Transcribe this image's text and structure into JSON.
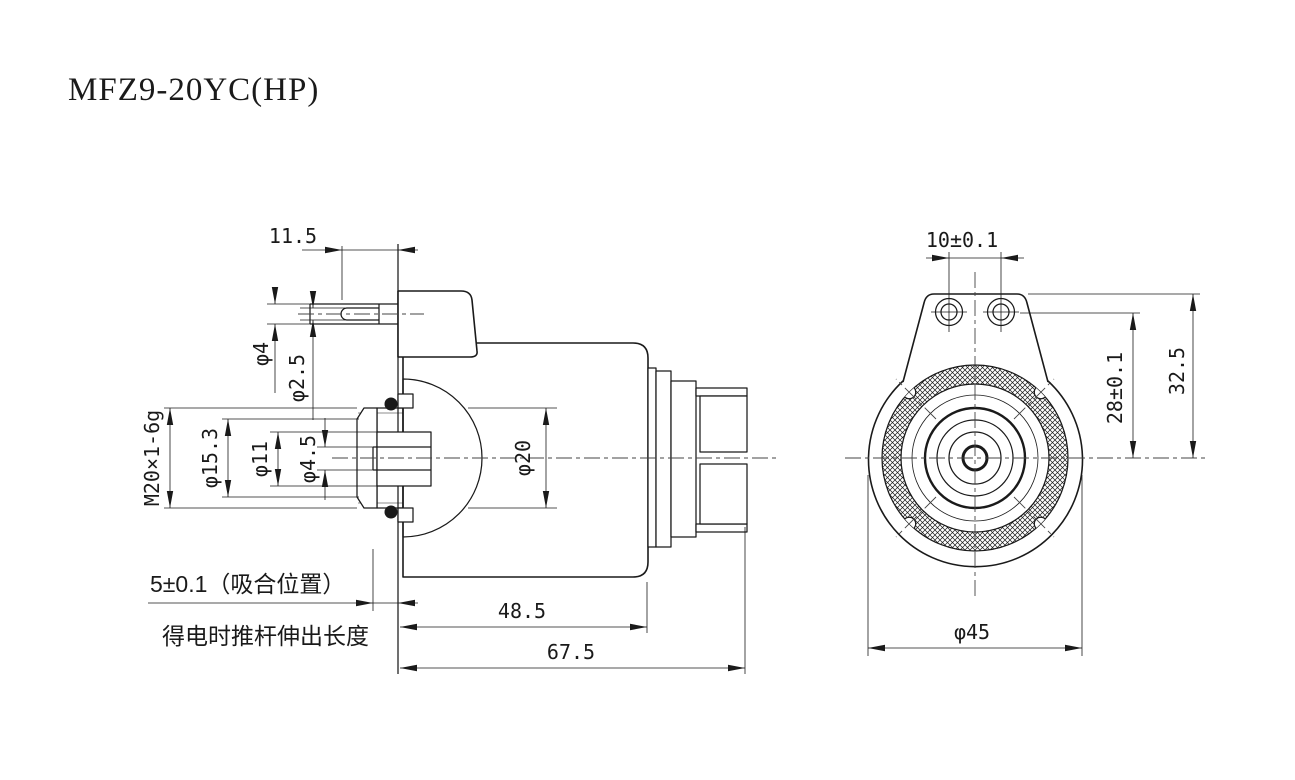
{
  "drawing": {
    "title": "MFZ9-20YC(HP)"
  },
  "side_view": {
    "dims": {
      "pin_offset": "11.5",
      "pin_outer_dia": "φ4",
      "pin_hole_dia": "φ2.5",
      "thread": "M20×1-6g",
      "collar_dia": "φ15.3",
      "bore_dia": "φ11",
      "rod_dia": "φ4.5",
      "tube_dia": "φ20",
      "body_length": "48.5",
      "total_length": "67.5",
      "stroke_note": "5±0.1（吸合位置）",
      "stroke_caption": "得电时推杆伸出长度"
    }
  },
  "front_view": {
    "dims": {
      "terminal_spacing": "10±0.1",
      "center_height": "28±0.1",
      "total_height": "32.5",
      "outer_dia": "φ45"
    }
  },
  "colors": {
    "line": "#1a1a1a",
    "background": "#ffffff"
  }
}
